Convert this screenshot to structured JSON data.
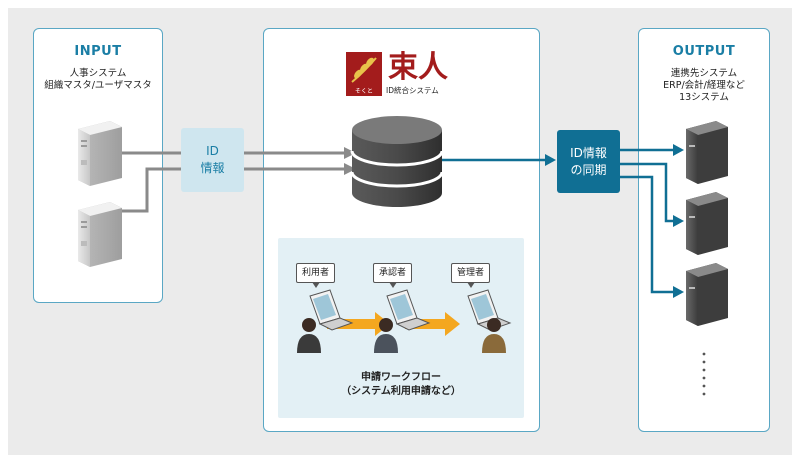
{
  "input": {
    "title": "INPUT",
    "sub_line1": "人事システム",
    "sub_line2": "組織マスタ/ユーザマスタ"
  },
  "id_tag": {
    "line1": "ID",
    "line2": "情報"
  },
  "logo": {
    "name": "束人",
    "tagline": "ID統合システム",
    "kana": "そくと"
  },
  "workflow": {
    "roles": [
      "利用者",
      "承認者",
      "管理者"
    ],
    "label_line1": "申請ワークフロー",
    "label_line2": "（システム利用申請など）"
  },
  "sync_tag": {
    "line1": "ID情報",
    "line2": "の同期"
  },
  "output": {
    "title": "OUTPUT",
    "sub_line1": "連携先システム",
    "sub_line2": "ERP/会計/経理など",
    "sub_line3": "13システム"
  },
  "colors": {
    "accent": "#1a7ea5",
    "sync": "#106f94",
    "light_blue": "#cfe6ef",
    "arrow_gray": "#8a8a8a",
    "arrow_orange": "#f4a71f",
    "logo_red": "#a31c1c"
  }
}
